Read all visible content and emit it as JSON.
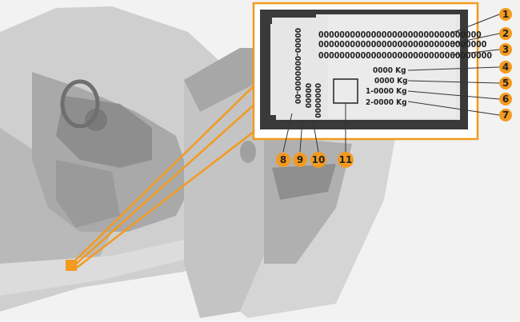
{
  "plate": {
    "lines": [
      "0000000000000000000000000000000",
      "00000000000000000000000000000000",
      "000000000000000000000000000000000"
    ],
    "weights": [
      "0000 Kg",
      "0000 Kg",
      "1-0000 Kg",
      "2-0000 Kg"
    ],
    "vertical_codes": [
      "00000-0000000-00",
      "00000",
      "0000000"
    ]
  },
  "callouts": [
    "1",
    "2",
    "3",
    "4",
    "5",
    "6",
    "7",
    "8",
    "9",
    "10",
    "11"
  ],
  "colors": {
    "accent": "#f39a1f",
    "plate_frame": "#3a3a3a",
    "plate_face": "#e6e6e6",
    "car_light": "#d8d8d8",
    "car_mid": "#bdbdbd",
    "car_dark": "#8f8f8f"
  }
}
